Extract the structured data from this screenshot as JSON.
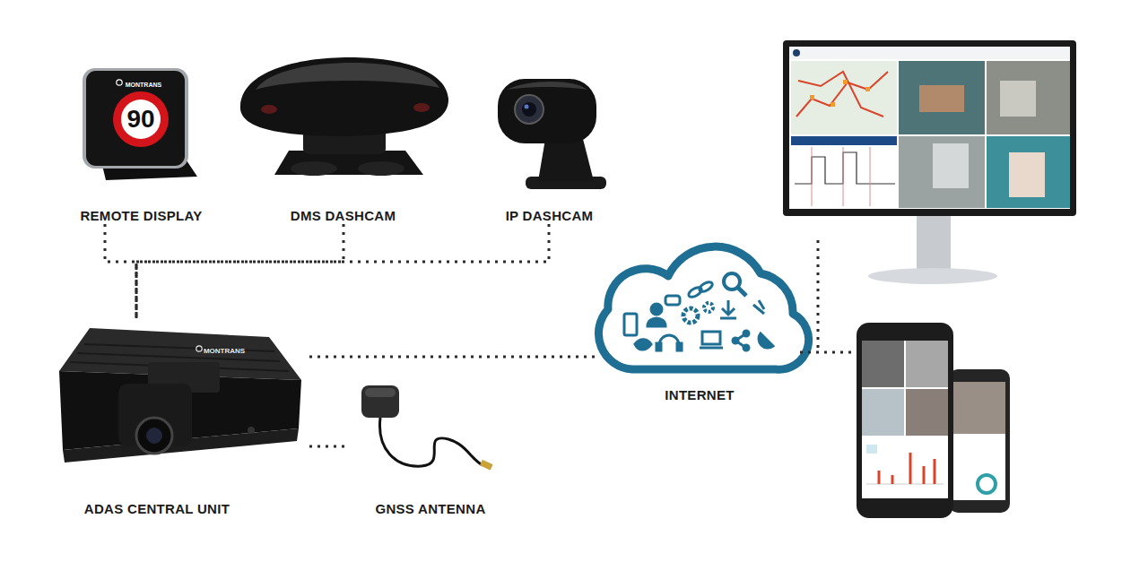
{
  "diagram": {
    "nodes": [
      {
        "text": [
          "REMOTE DISPLAY"
        ]
      },
      {
        "text": [
          "DMS DASHCAM"
        ]
      },
      {
        "text": [
          "IP DASHCAM"
        ]
      },
      {
        "text": [
          "ADAS CENTRAL UNIT"
        ]
      },
      {
        "text": [
          "GNSS ANTENNA"
        ]
      },
      {
        "text": [
          "INTERNET"
        ]
      }
    ],
    "edges": [
      {
        "from": 0,
        "to": 3,
        "arrow": "none"
      },
      {
        "from": 1,
        "to": 3,
        "arrow": "none"
      },
      {
        "from": 2,
        "to": 3,
        "arrow": "none"
      },
      {
        "from": 3,
        "to": 4,
        "arrow": "none"
      },
      {
        "from": 3,
        "to": 5,
        "arrow": "none"
      }
    ],
    "labels": [
      "90",
      "MONTRANS",
      "MONTRANS"
    ]
  }
}
